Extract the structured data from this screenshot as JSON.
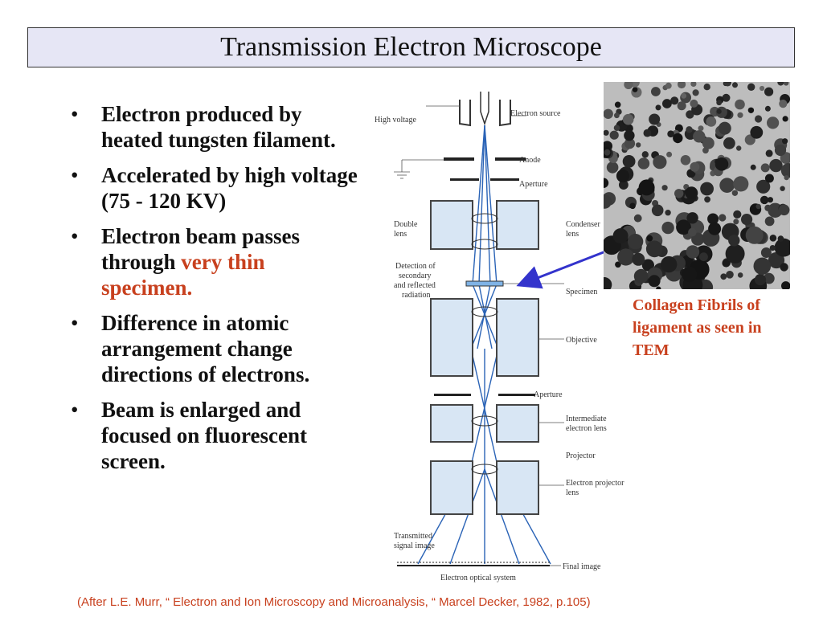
{
  "slide": {
    "title": "Transmission Electron Microscope",
    "bullets": [
      {
        "text": " Electron produced by heated tungsten filament.",
        "highlight": ""
      },
      {
        "text": " Accelerated by high voltage (75 - 120 KV)",
        "highlight": ""
      },
      {
        "text": " Electron beam passes through ",
        "highlight": "very thin specimen."
      },
      {
        "text": " Difference in atomic arrangement change directions of electrons.",
        "highlight": ""
      },
      {
        "text": " Beam is enlarged and focused on fluorescent screen.",
        "highlight": ""
      }
    ],
    "bullet_glyph": "•",
    "caption": "Collagen Fibrils of ligament as seen in TEM",
    "citation": "(After L.E. Murr, “ Electron and Ion Microscopy and Microanalysis, “ Marcel Decker, 1982, p.105)"
  },
  "diagram": {
    "labels": {
      "high_voltage": "High voltage",
      "electron_source": "Electron source",
      "anode": "Anode",
      "aperture_top": "Aperture",
      "double_lens_1": "Double",
      "double_lens_2": "lens",
      "condenser_1": "Condenser",
      "condenser_2": "lens",
      "detection_1": "Detection of",
      "detection_2": "secondary",
      "detection_3": "and reflected",
      "detection_4": "radiation",
      "specimen": "Specimen",
      "objective": "Objective",
      "aperture_mid": "Aperture",
      "intermediate_1": "Intermediate",
      "intermediate_2": "electron lens",
      "projector": "Projector",
      "projector_lens_1": "Electron projector",
      "projector_lens_2": "lens",
      "transmitted_1": "Transmitted",
      "transmitted_2": "signal image",
      "final_image": "Final image",
      "system": "Electron optical system"
    }
  },
  "colors": {
    "accent": "#c8401e",
    "title_bg": "#e6e6f5",
    "beam": "#2a63b6",
    "arrow": "#3333cc"
  }
}
